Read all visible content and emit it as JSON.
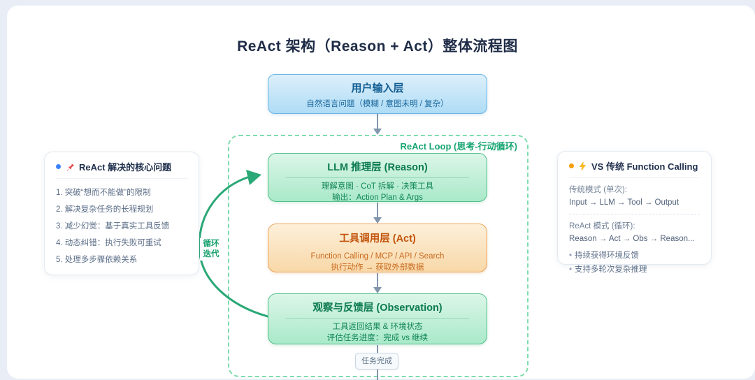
{
  "page": {
    "title": "ReAct 架构（Reason + Act）整体流程图"
  },
  "flow": {
    "user_input": {
      "title": "用户输入层",
      "subtitle": "自然语言问题（模糊 / 意图未明 / 复杂）"
    },
    "loop_label": "ReAct Loop (思考-行动循环)",
    "reason": {
      "title": "LLM 推理层 (Reason)",
      "line1": "理解意图 · CoT 拆解 · 决策工具",
      "line2": "输出：Action Plan & Args"
    },
    "act": {
      "title": "工具调用层 (Act)",
      "line1": "Function Calling / MCP / API / Search",
      "line2": "执行动作 → 获取外部数据"
    },
    "observation": {
      "title": "观察与反馈层 (Observation)",
      "line1": "工具返回结果 & 环境状态",
      "line2": "评估任务进度：完成 vs 继续"
    },
    "loop_arrow_label": {
      "line1": "循环",
      "line2": "迭代"
    },
    "task_done_badge": "任务完成"
  },
  "left_panel": {
    "icon": "pushpin-icon",
    "title": "ReAct 解决的核心问题",
    "items": [
      "1. 突破“想而不能做”的限制",
      "2. 解决复杂任务的长程规划",
      "3. 减少幻觉：基于真实工具反馈",
      "4. 动态纠错：执行失败可重试",
      "5. 处理多步骤依赖关系"
    ]
  },
  "right_panel": {
    "icon": "lightning-icon",
    "title": "VS 传统 Function Calling",
    "traditional_label": "传统模式 (单次):",
    "traditional_flow": "Input → LLM → Tool → Output",
    "react_label": "ReAct 模式 (循环):",
    "react_flow": "Reason → Act → Obs → Reason...",
    "bullets": [
      "持续获得环境反馈",
      "支持多轮次复杂推理"
    ]
  },
  "colors": {
    "accent_green": "#2aa876",
    "accent_blue": "#67b6e6",
    "accent_orange": "#eca45c",
    "loop_dash": "#7edcad",
    "connector_gray": "#8296ab",
    "dot_blue": "#3b82f6",
    "dot_orange": "#f59e0b"
  }
}
